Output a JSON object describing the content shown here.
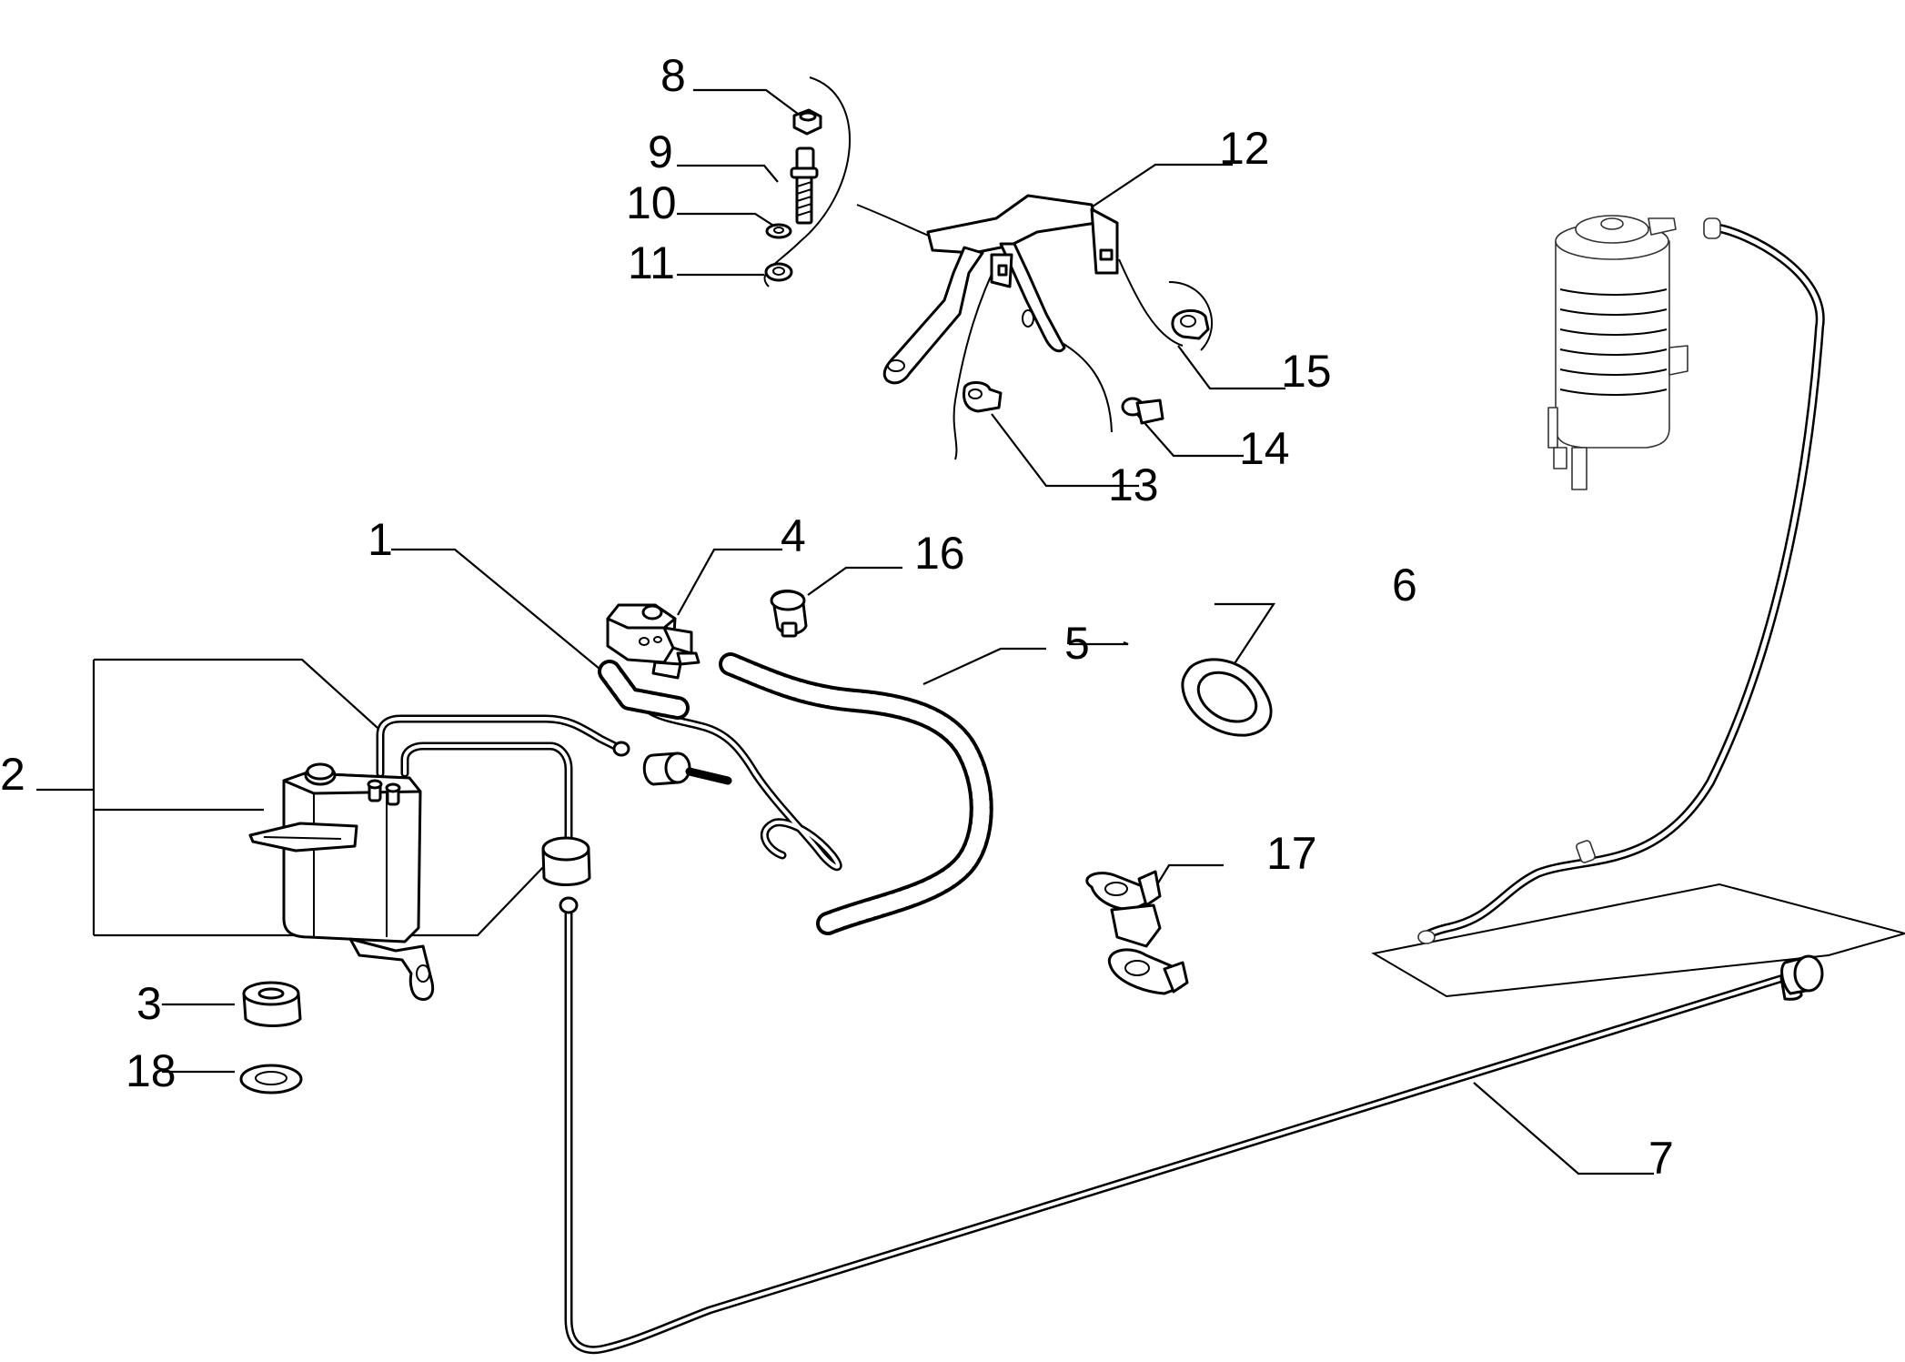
{
  "callouts": [
    {
      "id": "callout-1",
      "text": "1"
    },
    {
      "id": "callout-2",
      "text": "2"
    },
    {
      "id": "callout-3",
      "text": "3"
    },
    {
      "id": "callout-4",
      "text": "4"
    },
    {
      "id": "callout-5",
      "text": "5"
    },
    {
      "id": "callout-6",
      "text": "6"
    },
    {
      "id": "callout-7",
      "text": "7"
    },
    {
      "id": "callout-8",
      "text": "8"
    },
    {
      "id": "callout-9",
      "text": "9"
    },
    {
      "id": "callout-10",
      "text": "10"
    },
    {
      "id": "callout-11",
      "text": "11"
    },
    {
      "id": "callout-12",
      "text": "12"
    },
    {
      "id": "callout-13",
      "text": "13"
    },
    {
      "id": "callout-14",
      "text": "14"
    },
    {
      "id": "callout-15",
      "text": "15"
    },
    {
      "id": "callout-16",
      "text": "16"
    },
    {
      "id": "callout-17",
      "text": "17"
    },
    {
      "id": "callout-18",
      "text": "18"
    }
  ]
}
